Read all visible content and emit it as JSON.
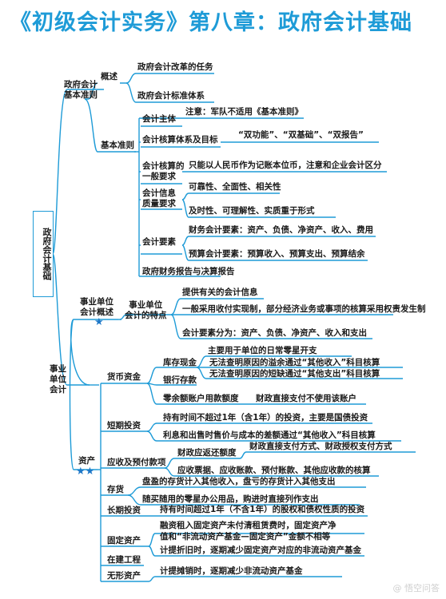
{
  "title": "《初级会计实务》第八章：政府会计基础",
  "root": "政府会计基础",
  "gov": {
    "label_1": "政府会计",
    "label_2": "基本准则",
    "overview": "概述",
    "ov_1": "政府会计改革的任务",
    "ov_2": "政府会计标准体系",
    "basic": "基本准则",
    "subject": "会计主体",
    "subject_note": "注意：军队不适用《基本准则》",
    "system": "会计核算体系及目标",
    "system_note": "“双功能”、“双基础”、“双报告”",
    "req_1": "会计核算的",
    "req_2": "一般要求",
    "req_note": "只能以人民币作为记账本位币，注意和企业会计区分",
    "quality_1": "会计信息",
    "quality_2": "质量要求",
    "quality_note_1": "可靠性、全面性、相关性",
    "quality_note_2": "及时性、可理解性、实质重于形式",
    "elements": "会计要素",
    "elements_note_1": "财务会计要素：资产、负债、净资产、收入、费用",
    "elements_note_2": "预算会计要素：预算收入、预算支出、预算结余",
    "report": "政府财务报告与决算报告"
  },
  "unit": {
    "label_1": "事业",
    "label_2": "单位",
    "label_3": "会计",
    "overview_1": "事业单位",
    "overview_2": "会计概述",
    "overview_stars": "★",
    "feat_1": "事业单位",
    "feat_2": "会计的特点",
    "feat_note_1": "提供有关的会计信息",
    "feat_note_2": "一般采用收付实现制，部分经济业务或事项的核算采用权责发生制",
    "feat_note_3": "会计要素分为：资产、负债、净资产、收入和支出",
    "assets": "资产",
    "assets_stars": "★★",
    "cash": "货币资金",
    "cash_stock": "库存现金",
    "cash_stock_1": "主要用于单位的日常零星开支",
    "cash_stock_2": "无法查明原因的溢余通过“其他收入”科目核算",
    "cash_stock_3": "无法查明原因的短缺通过“其他支出”科目核算",
    "bank": "银行存款",
    "zero_quota": "零余额账户用款额度",
    "zero_quota_note": "财政直接支付不使用该账户",
    "short_inv": "短期投资",
    "short_inv_1": "持有时间不超过1年（含1年）的投资，主要是国债投资",
    "short_inv_2": "利息和出售时售价与成本的差额通过“其他收入”科目核算",
    "receivable": "应收及预付款项",
    "receivable_1": "财政应返还额度",
    "receivable_1_note": "财政直接支付方式、财政授权支付方式",
    "receivable_2": "应收票据、应收账款、预付账款、其他应收款的核算",
    "inventory": "存货",
    "inventory_1": "盘盈的存货计入其他收入，盘亏的存货计入其他支出",
    "inventory_2": "随买随用的零星办公用品，购进时直接列作支出",
    "long_inv": "长期投资",
    "long_inv_1": "持有时间超过1年（不含1年）的股权和债权性质的投资",
    "fixed": "固定资产",
    "fixed_1": "融资租入固定资产未付清租赁费时，固定资产净",
    "fixed_2": "值和“非流动资产基金—固定资产”金额不相等",
    "fixed_3": "计提折旧时，逐期减少固定资产对应的非流动资产基金",
    "construction": "在建工程",
    "intangible": "无形资产",
    "intangible_1": "计提摊销时，逐期减少非流动资产基金"
  },
  "watermark": "@ 悟空问答",
  "colors": {
    "title": "#1e9bd7",
    "line": "#1e9bd7",
    "star": "#1e78c8"
  }
}
